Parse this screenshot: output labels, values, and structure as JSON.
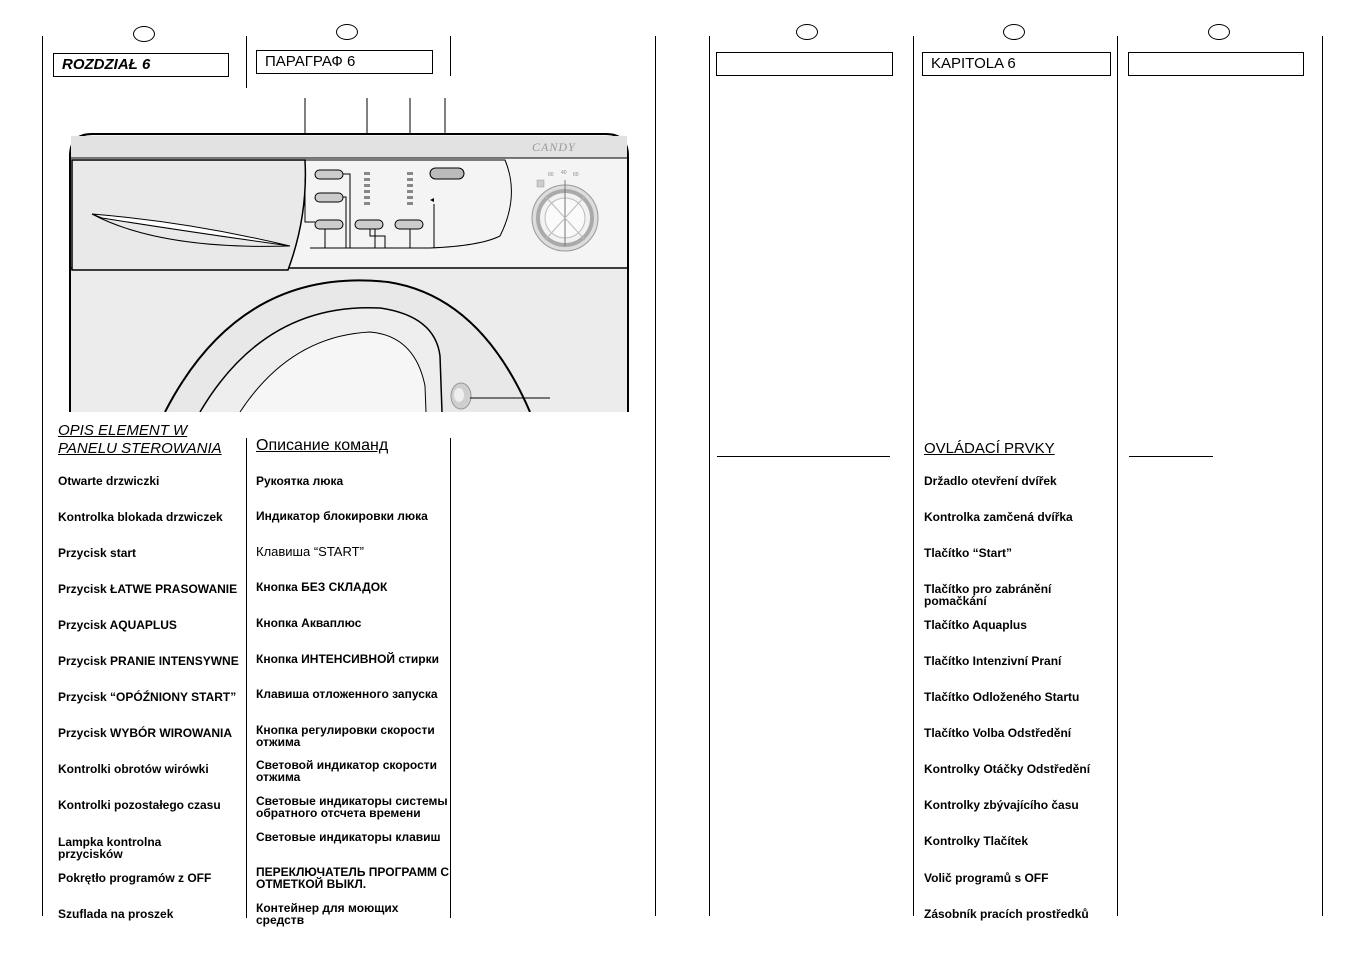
{
  "headers": {
    "pl": "ROZDZIAŁ 6",
    "ru": "ПАРАГРАФ 6",
    "blank1": "",
    "cz": "KAPITOLA 6",
    "blank2": ""
  },
  "section_titles": {
    "pl_line1": "OPIS ELEMENT    W",
    "pl_line2": "PANELU STEROWANIA",
    "ru": "Описание команд",
    "cz": "OVLÁDACÍ PRVKY"
  },
  "figure": {
    "brand": "CANDY",
    "dial_labels": [
      "60",
      "40",
      "60"
    ]
  },
  "items_pl": [
    "Otwarte drzwiczki",
    "Kontrolka blokada drzwiczek",
    "Przycisk start",
    "Przycisk ŁATWE PRASOWANIE",
    "Przycisk AQUAPLUS",
    "Przycisk PRANIE INTENSYWNE",
    "Przycisk “OPÓŹNIONY START”",
    "Przycisk  WYBÓR WIROWANIA",
    "Kontrolki obrotów wirówki",
    "Kontrolki pozostałego czasu",
    "Lampka kontrolna\nprzycisków",
    "Pokrętło programów z OFF",
    "Szuflada na proszek"
  ],
  "items_ru": [
    "Рукоятка люка",
    "Индикатор блокировки люка",
    "Клавиша “START”",
    "Кнопка БЕЗ СКЛАДОК",
    "Кнопка Акваплюс",
    "Кнопка ИНТЕНСИВНОЙ стирки",
    "Клавиша отложенного запуска",
    "Кнопка регулировки скорости\nотжима",
    "Световой индикатор скорости\nотжима",
    "Световые индикаторы системы\nобратного отсчета времени",
    "Световые индикаторы клавиш",
    "ПЕРЕКЛЮЧАТЕЛЬ ПРОГРАММ С\nОТМЕТКОЙ ВЫКЛ.",
    "Контейнер для моющих\nсредств"
  ],
  "items_cz": [
    "Držadlo otevření dvířek",
    "Kontrolka zamčená dvířka",
    "Tlačítko “Start”",
    "Tlačítko pro zabránění\npomačkání",
    "Tlačítko Aquaplus",
    "Tlačítko Intenzivní Praní",
    "Tlačítko Odloženého Startu",
    "Tlačítko Volba Odstředění",
    "Kontrolky Otáčky Odstředění",
    "Kontrolky zbývajícího času",
    "Kontrolky Tlačítek",
    "Volič programů s OFF",
    "Zásobník pracích prostředků"
  ]
}
